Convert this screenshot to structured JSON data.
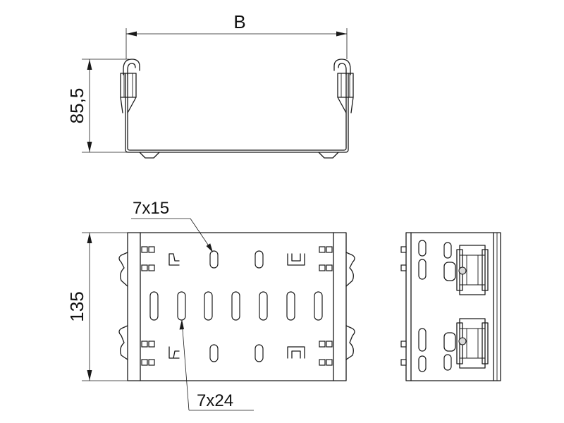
{
  "dimensions": {
    "width_label": "B",
    "height_label": "85,5",
    "length_label": "135"
  },
  "callouts": {
    "small_slot": "7x15",
    "long_slot": "7x24"
  }
}
